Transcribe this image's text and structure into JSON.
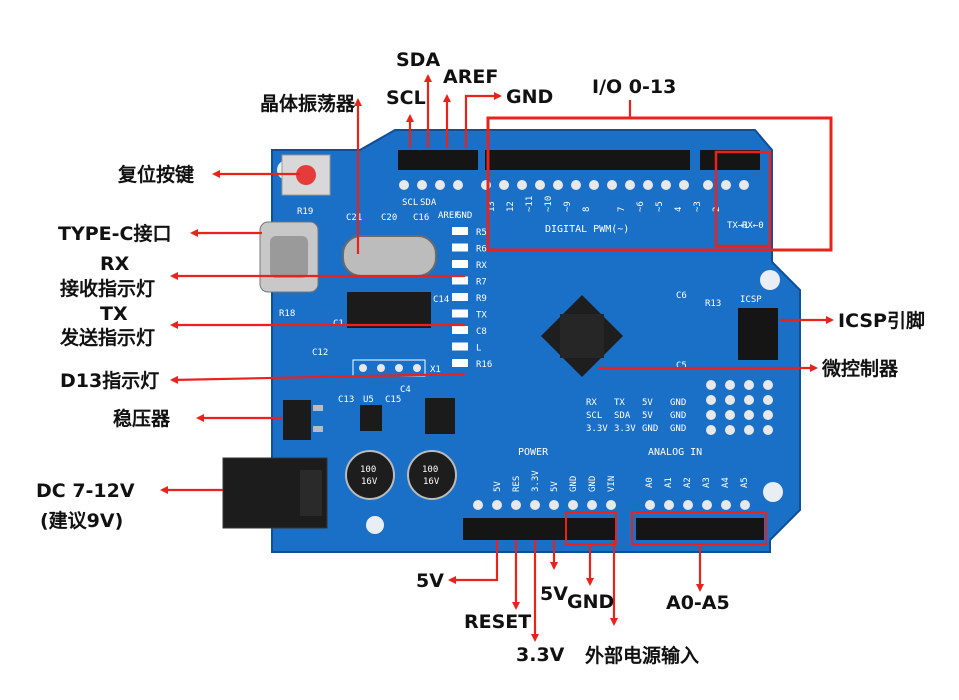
{
  "theme": {
    "accent": "#e8231b",
    "board": "#1a6fc7",
    "text": "#111111"
  },
  "callouts": {
    "sda": "SDA",
    "scl": "SCL",
    "aref": "AREF",
    "gnd_top": "GND",
    "io": "I/O 0-13",
    "crystal": "晶体振荡器",
    "reset_btn": "复位按键",
    "typec": "TYPE-C接口",
    "rx_title": "RX",
    "rx_desc": "接收指示灯",
    "tx_title": "TX",
    "tx_desc": "发送指示灯",
    "d13": "D13指示灯",
    "regulator": "稳压器",
    "dc_power": "DC 7-12V",
    "dc_note": "(建议9V)",
    "icsp": "ICSP引脚",
    "mcu": "微控制器",
    "v5": "5V",
    "reset": "RESET",
    "v33": "3.3V",
    "v5b": "5V",
    "gnd_bottom": "GND",
    "ext_power": "外部电源输入",
    "analog": "A0-A5"
  },
  "board_labels": {
    "digital_header": [
      "13",
      "12",
      "~11",
      "~10",
      "~9",
      "8",
      "7",
      "~6",
      "~5",
      "4",
      "~3",
      "2"
    ],
    "digital_pwm": "DIGITAL PWM(~)",
    "tx_pin": "TX→1",
    "rx_pin": "RX←0",
    "top_small": [
      "SCL",
      "SDA",
      "AREF",
      "GND"
    ],
    "power_title": "POWER",
    "power_pins": [
      "5V",
      "RES",
      "3.3V",
      "5V",
      "GND",
      "GND",
      "VIN"
    ],
    "analog_title": "ANALOG IN",
    "analog_pins": [
      "A0",
      "A1",
      "A2",
      "A3",
      "A4",
      "A5"
    ],
    "icsp_label": "ICSP",
    "led_labels": [
      "R5",
      "R6",
      "RX",
      "R7",
      "R9",
      "TX",
      "C8",
      "L",
      "R16"
    ],
    "grid_rows": [
      [
        "RX",
        "TX",
        "5V",
        "GND"
      ],
      [
        "SCL",
        "SDA",
        "5V",
        "GND"
      ],
      [
        "3.3V",
        "3.3V",
        "GND",
        "GND"
      ]
    ],
    "caps": [
      "C21",
      "C20",
      "C16",
      "R19",
      "R18",
      "C12",
      "C13",
      "U5",
      "C15",
      "C14",
      "C4",
      "C6",
      "R13",
      "C5",
      "X1",
      "C1"
    ],
    "cap_value": "100",
    "cap_volt": "16V"
  }
}
